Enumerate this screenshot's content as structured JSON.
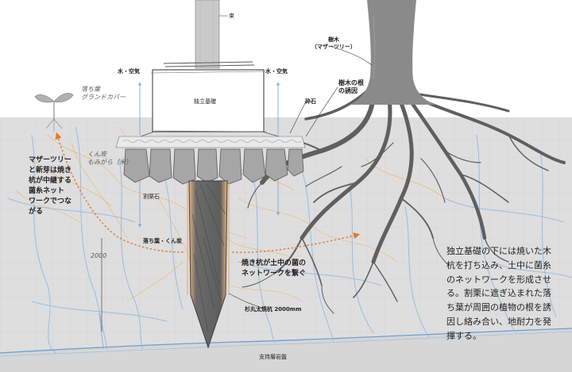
{
  "labels": {
    "pole": "束",
    "tree": "樹木\n（マザーツリー）",
    "water_air_left": "水・空気",
    "water_air_right": "水・空気",
    "foundation": "独立基礎",
    "gravel": "砕石",
    "root_induction": "樹木の根\nの誘因",
    "fallen_leaves_hand": "落ち葉\nグランドカバー",
    "charcoal_hand": "くん炭\nもみがら（米）",
    "split_stone": "割栗石",
    "leaves_charcoal": "落ち葉・くん炭",
    "mother_tree_network": "マザーツリー\nと新芽は焼き\n杭が中継する\n菌糸ネット\nワークでつな\nがる",
    "pile_network": "焼き杭が土中の菌の\nネットワークを繋ぐ",
    "cedar_pile": "杉丸太焼杭 2000mm",
    "bedrock": "支持層岩盤",
    "dim": "2000",
    "description": "独立基礎の下には焼いた木杭を打ち込み、土中に菌糸のネットワークを形成させる。割栗に遮ぎ込まれた落ち葉が周囲の植物の根を誘因し絡み合い、地耐力を発揮する。"
  },
  "colors": {
    "soil": "#dedede",
    "tree": "#8a8a8a",
    "roots": "#5f5f5f",
    "stone": "#a6a6a6",
    "pile": "#6b6b6b",
    "pile_glow": "#e8b27a",
    "water": "#8db8e0",
    "mycelium": "#f0b35a",
    "arrow": "#e07a2e"
  }
}
